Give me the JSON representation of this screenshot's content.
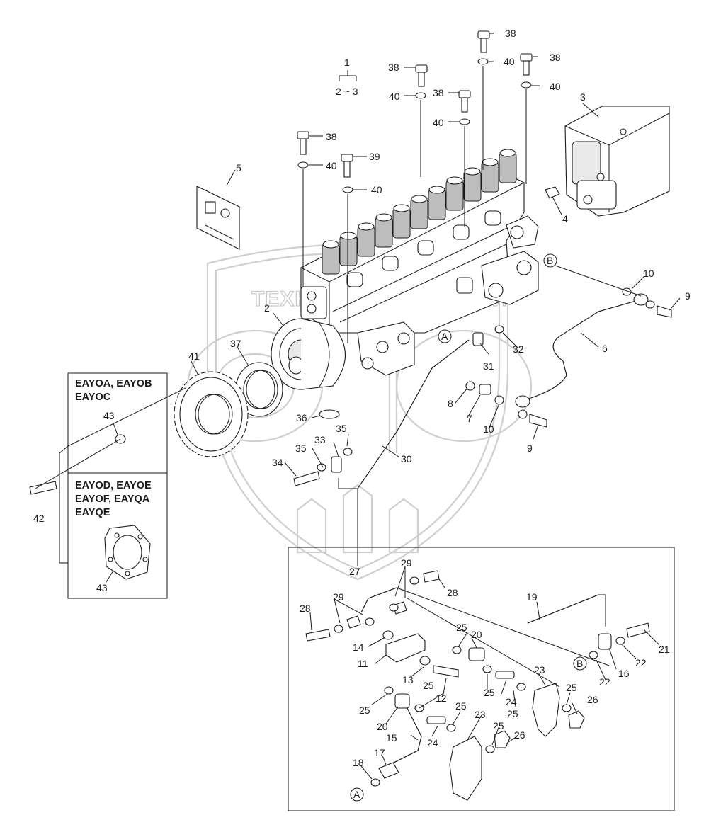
{
  "diagram": {
    "watermark_text": "ТЕХНИКА И ЗАПЧАСТИ",
    "assembly_ref": {
      "top": "1",
      "bottom": "2 ~ 3"
    },
    "variant_box_1": {
      "lines": [
        "EAYOA, EAYOB",
        "EAYOC"
      ],
      "part": "43"
    },
    "variant_box_2": {
      "lines": [
        "EAYOD, EAYOE",
        "EAYOF, EAYQA",
        "EAYQE"
      ],
      "part": "43"
    },
    "circle_refs": [
      "A",
      "B"
    ],
    "callouts": {
      "c2": "2",
      "c3": "3",
      "c4": "4",
      "c5": "5",
      "c6": "6",
      "c7": "7",
      "c8": "8",
      "c9a": "9",
      "c9b": "9",
      "c10a": "10",
      "c10b": "10",
      "c11": "11",
      "c12": "12",
      "c13": "13",
      "c14": "14",
      "c15": "15",
      "c16": "16",
      "c17": "17",
      "c18": "18",
      "c19": "19",
      "c20a": "20",
      "c20b": "20",
      "c21": "21",
      "c22a": "22",
      "c22b": "22",
      "c23a": "23",
      "c23b": "23",
      "c24a": "24",
      "c24b": "24",
      "c25a": "25",
      "c25b": "25",
      "c25c": "25",
      "c25d": "25",
      "c25e": "25",
      "c25f": "25",
      "c25g": "25",
      "c25h": "25",
      "c26a": "26",
      "c26b": "26",
      "c27": "27",
      "c28a": "28",
      "c28b": "28",
      "c29a": "29",
      "c29b": "29",
      "c30": "30",
      "c31": "31",
      "c32": "32",
      "c33": "33",
      "c34": "34",
      "c35a": "35",
      "c35b": "35",
      "c36": "36",
      "c37": "37",
      "c38a": "38",
      "c38b": "38",
      "c38c": "38",
      "c38d": "38",
      "c38e": "38",
      "c39": "39",
      "c40a": "40",
      "c40b": "40",
      "c40c": "40",
      "c40d": "40",
      "c40e": "40",
      "c40f": "40",
      "c41": "41",
      "c42": "42"
    }
  }
}
